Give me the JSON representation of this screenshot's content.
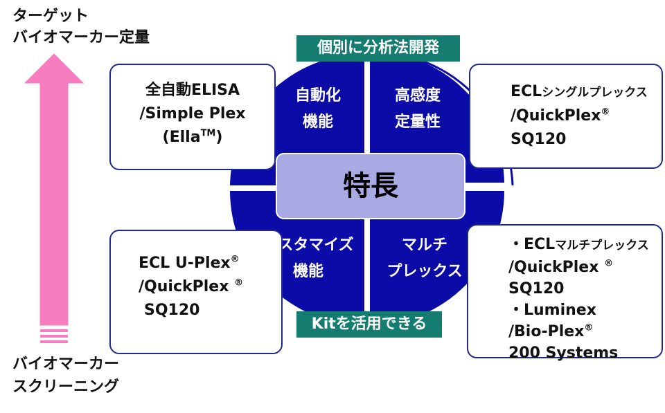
{
  "axis": {
    "top_line1": "ターゲット",
    "top_line2": "バイオマーカー定量",
    "bottom_line1": "バイオマーカー",
    "bottom_line2": "スクリーニング",
    "arrow_color": "#f77cc0"
  },
  "banners": {
    "top": "個別に分析法開発",
    "bottom": "Kitを活用できる"
  },
  "center": "特長",
  "quadrants": {
    "top_left_1": "自動化",
    "top_left_2": "機能",
    "top_right_1": "高感度",
    "top_right_2": "定量性",
    "bottom_left_1": "カスタマイズ",
    "bottom_left_2": "機能",
    "bottom_right_1": "マルチ",
    "bottom_right_2": "プレックス"
  },
  "boxes": {
    "left_top": {
      "line1": "全自動ELISA",
      "line2": "/Simple Plex",
      "line3_pre": "(Ella",
      "line3_sup": "TM",
      "line3_post": ")"
    },
    "left_bottom": {
      "line1": "ECL U-Plex",
      "line1_sup": "®",
      "line2": "/QuickPlex",
      "line2_sup": "®",
      "line3": "SQ120"
    },
    "right_top": {
      "line1_pre": "ECL",
      "line1_small": "シングルプレックス",
      "line2": "/QuickPlex",
      "line2_sup": "®",
      "line3": "SQ120"
    },
    "right_bottom": {
      "line1_pre": "・ECL",
      "line1_small": "マルチプレックス",
      "line2": "/QuickPlex",
      "line2_sup": "®",
      "line3": "SQ120",
      "line4": "・Luminex",
      "line5": "/Bio-Plex",
      "line5_sup": "®",
      "line6": "200 Systems"
    }
  },
  "colors": {
    "circle": "#0b0ba8",
    "center_fill": "#a9a9e4",
    "banner": "#147d70",
    "box_border": "#1f2a8c"
  }
}
